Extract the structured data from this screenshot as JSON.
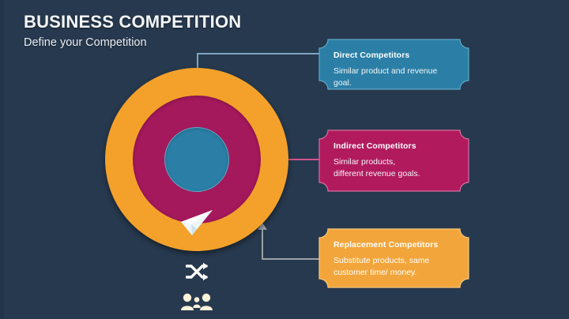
{
  "slide": {
    "title": "BUSINESS COMPETITION",
    "subtitle": "Define your Competition",
    "background_color": "#27394e"
  },
  "diagram": {
    "rings": [
      {
        "name": "outer-ring",
        "level": "replacement",
        "color": "#f3a12b",
        "icon": "users-icon"
      },
      {
        "name": "middle-ring",
        "level": "indirect",
        "color": "#a4185c",
        "icon": "shuffle-icon"
      },
      {
        "name": "inner-circle",
        "level": "direct",
        "color": "#2b7fa6",
        "icon": "send-icon"
      }
    ],
    "connectors": [
      {
        "name": "connector-direct",
        "color": "#7fa6c4",
        "style": "elbow-arrow-down"
      },
      {
        "name": "connector-indirect",
        "color": "#d2538c",
        "style": "straight-line"
      },
      {
        "name": "connector-replacement",
        "color": "#9aa0a6",
        "style": "elbow-arrow-up"
      }
    ]
  },
  "callouts": [
    {
      "id": "direct",
      "title": "Direct Competitors",
      "lines": [
        "Similar product and revenue goal."
      ],
      "fill": "#2b7fa6",
      "stroke": "#5fa8c6"
    },
    {
      "id": "indirect",
      "title": "Indirect Competitors",
      "lines": [
        "Similar products,",
        "different revenue goals."
      ],
      "fill": "#b21a5e",
      "stroke": "#d86fa0"
    },
    {
      "id": "replacement",
      "title": "Replacement Competitors",
      "lines": [
        "Substitute products, same",
        "customer time/ money."
      ],
      "fill": "#f2a53a",
      "stroke": "#f7c87c"
    }
  ]
}
